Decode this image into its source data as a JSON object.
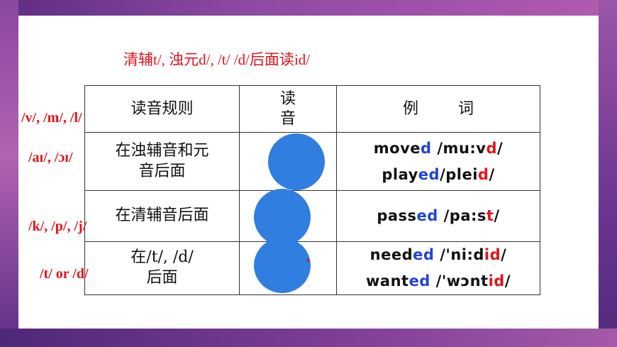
{
  "title": {
    "part1": "清辅",
    "part2": "t/,  浊元",
    "part3": "d/,    /t/ /d/",
    "part4": "后面读",
    "part5": "id/"
  },
  "table": {
    "headers": [
      "读音规则",
      "读",
      "音",
      "例        词"
    ],
    "rows": [
      {
        "rule_lines": [
          "在浊辅音和元",
          "音后面"
        ],
        "examples": [
          [
            {
              "t": "move",
              "c": "k"
            },
            {
              "t": "d",
              "c": "b"
            },
            {
              "t": " /mu:v",
              "c": "k"
            },
            {
              "t": "d",
              "c": "r"
            },
            {
              "t": "/",
              "c": "k"
            }
          ],
          [
            {
              "t": "play",
              "c": "k"
            },
            {
              "t": "ed",
              "c": "b"
            },
            {
              "t": "/plei",
              "c": "k"
            },
            {
              "t": "d",
              "c": "r"
            },
            {
              "t": "/",
              "c": "k"
            }
          ]
        ]
      },
      {
        "rule_lines": [
          "在清辅音后面"
        ],
        "examples": [
          [
            {
              "t": "pass",
              "c": "k"
            },
            {
              "t": "ed",
              "c": "b"
            },
            {
              "t": " /pa:s",
              "c": "k"
            },
            {
              "t": "t",
              "c": "r"
            },
            {
              "t": "/",
              "c": "k"
            }
          ]
        ]
      },
      {
        "rule_lines": [
          "在/t/, /d/",
          "后面"
        ],
        "examples": [
          [
            {
              "t": "need",
              "c": "k"
            },
            {
              "t": "ed",
              "c": "b"
            },
            {
              "t": " /'ni:d",
              "c": "k"
            },
            {
              "t": "id",
              "c": "r"
            },
            {
              "t": "/",
              "c": "k"
            }
          ],
          [
            {
              "t": "want",
              "c": "k"
            },
            {
              "t": "ed",
              "c": "b"
            },
            {
              "t": " /'wɔnt",
              "c": "k"
            },
            {
              "t": "id",
              "c": "r"
            },
            {
              "t": "/",
              "c": "k"
            }
          ]
        ]
      }
    ]
  },
  "side_labels": [
    "/v/, /m/, /l/",
    "/aɪ/, /ɔɪ/",
    "/k/, /p/, /j/",
    "/t/ or /d/"
  ],
  "red_mark": ",",
  "colors": {
    "red": "#e0131b",
    "blue": "#1f44d9",
    "circle": "#2f7ee0",
    "frame": "#7b3f8f"
  }
}
